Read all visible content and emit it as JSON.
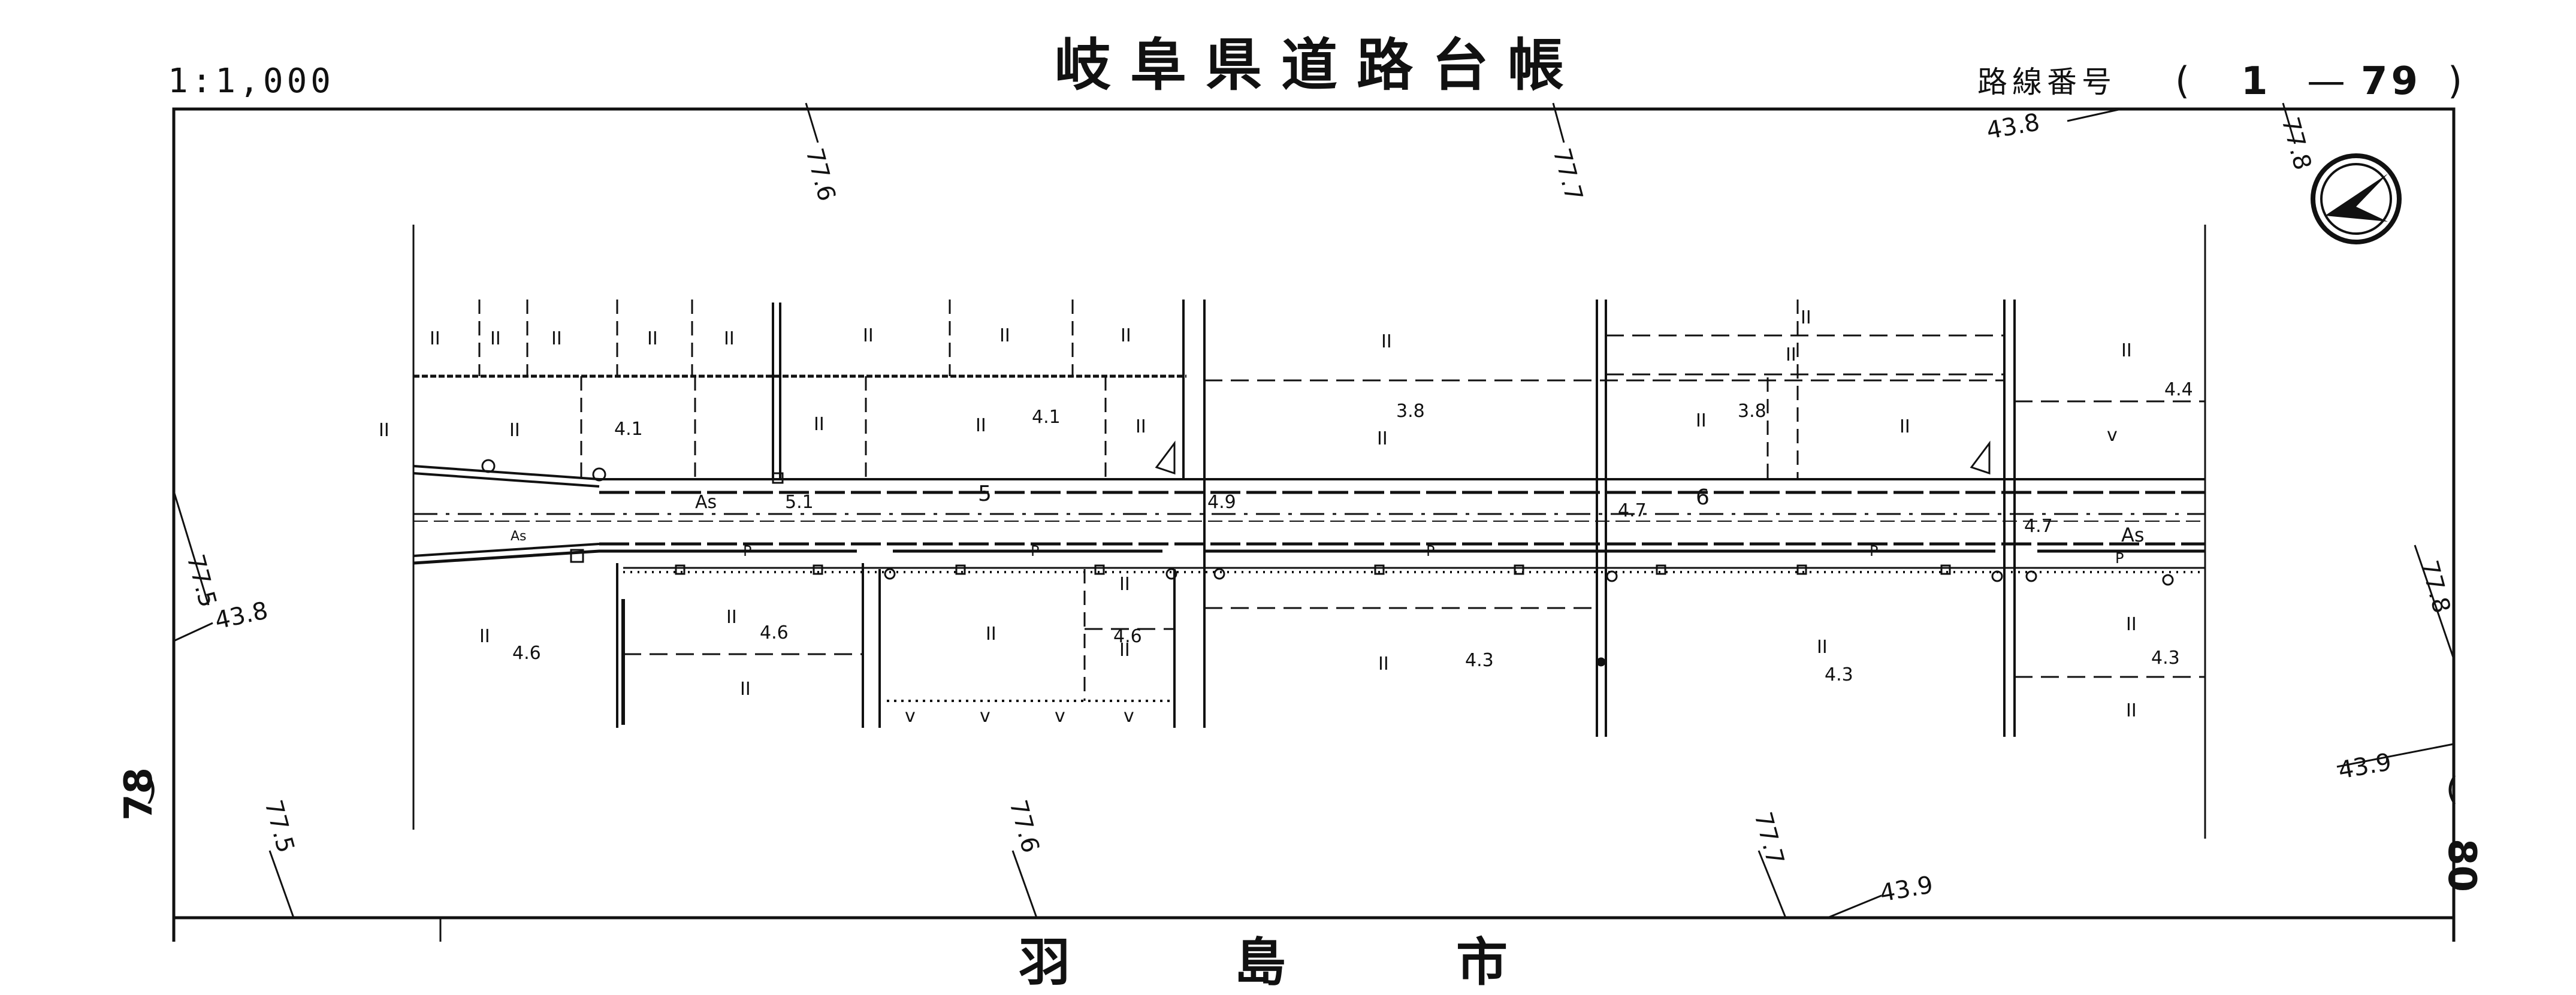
{
  "header": {
    "scale": "1:1,000",
    "title": "岐阜県道路台帳",
    "route_label": "路線番号",
    "paren_open": "(",
    "route_prefix": "1",
    "dash": "—",
    "route_number": "79",
    "paren_close": ")"
  },
  "sheet_numbers": {
    "left": "78",
    "right": "80",
    "paren_left": ")",
    "paren_right": "("
  },
  "grid_labels": {
    "g776_top": "77.6",
    "g777_top": "77.7",
    "g778_top": "77.8",
    "g438_top": "43.8",
    "g775_left": "77.5",
    "g438_left": "43.8",
    "g778_right": "77.8",
    "g439_right": "43.9",
    "g775_bottom": "77.5",
    "g776_bottom": "77.6",
    "g777_bottom": "77.7",
    "g439_bottom": "43.9"
  },
  "elevations": {
    "e41_a": "4.1",
    "e41_b": "4.1",
    "e38_a": "3.8",
    "e38_b": "3.8",
    "e44": "4.4",
    "e46_a": "4.6",
    "e46_b": "4.6",
    "e46_c": "4.6",
    "e43_a": "4.3",
    "e43_b": "4.3",
    "e43_c": "4.3",
    "e51": "5.1",
    "e49": "4.9",
    "e47_a": "4.7",
    "e47_b": "4.7"
  },
  "road_labels": {
    "as_1": "As",
    "as_2": "As",
    "as_3": "As",
    "sta_5": "5",
    "sta_6": "6",
    "p": "P"
  },
  "symbols": {
    "north_arrow": "compass-arrow-icon",
    "paddy": "II",
    "field": "v"
  },
  "footer": {
    "city_c1": "羽",
    "city_c2": "島",
    "city_c3": "市"
  },
  "colors": {
    "ink": "#111111",
    "paper": "#ffffff"
  }
}
